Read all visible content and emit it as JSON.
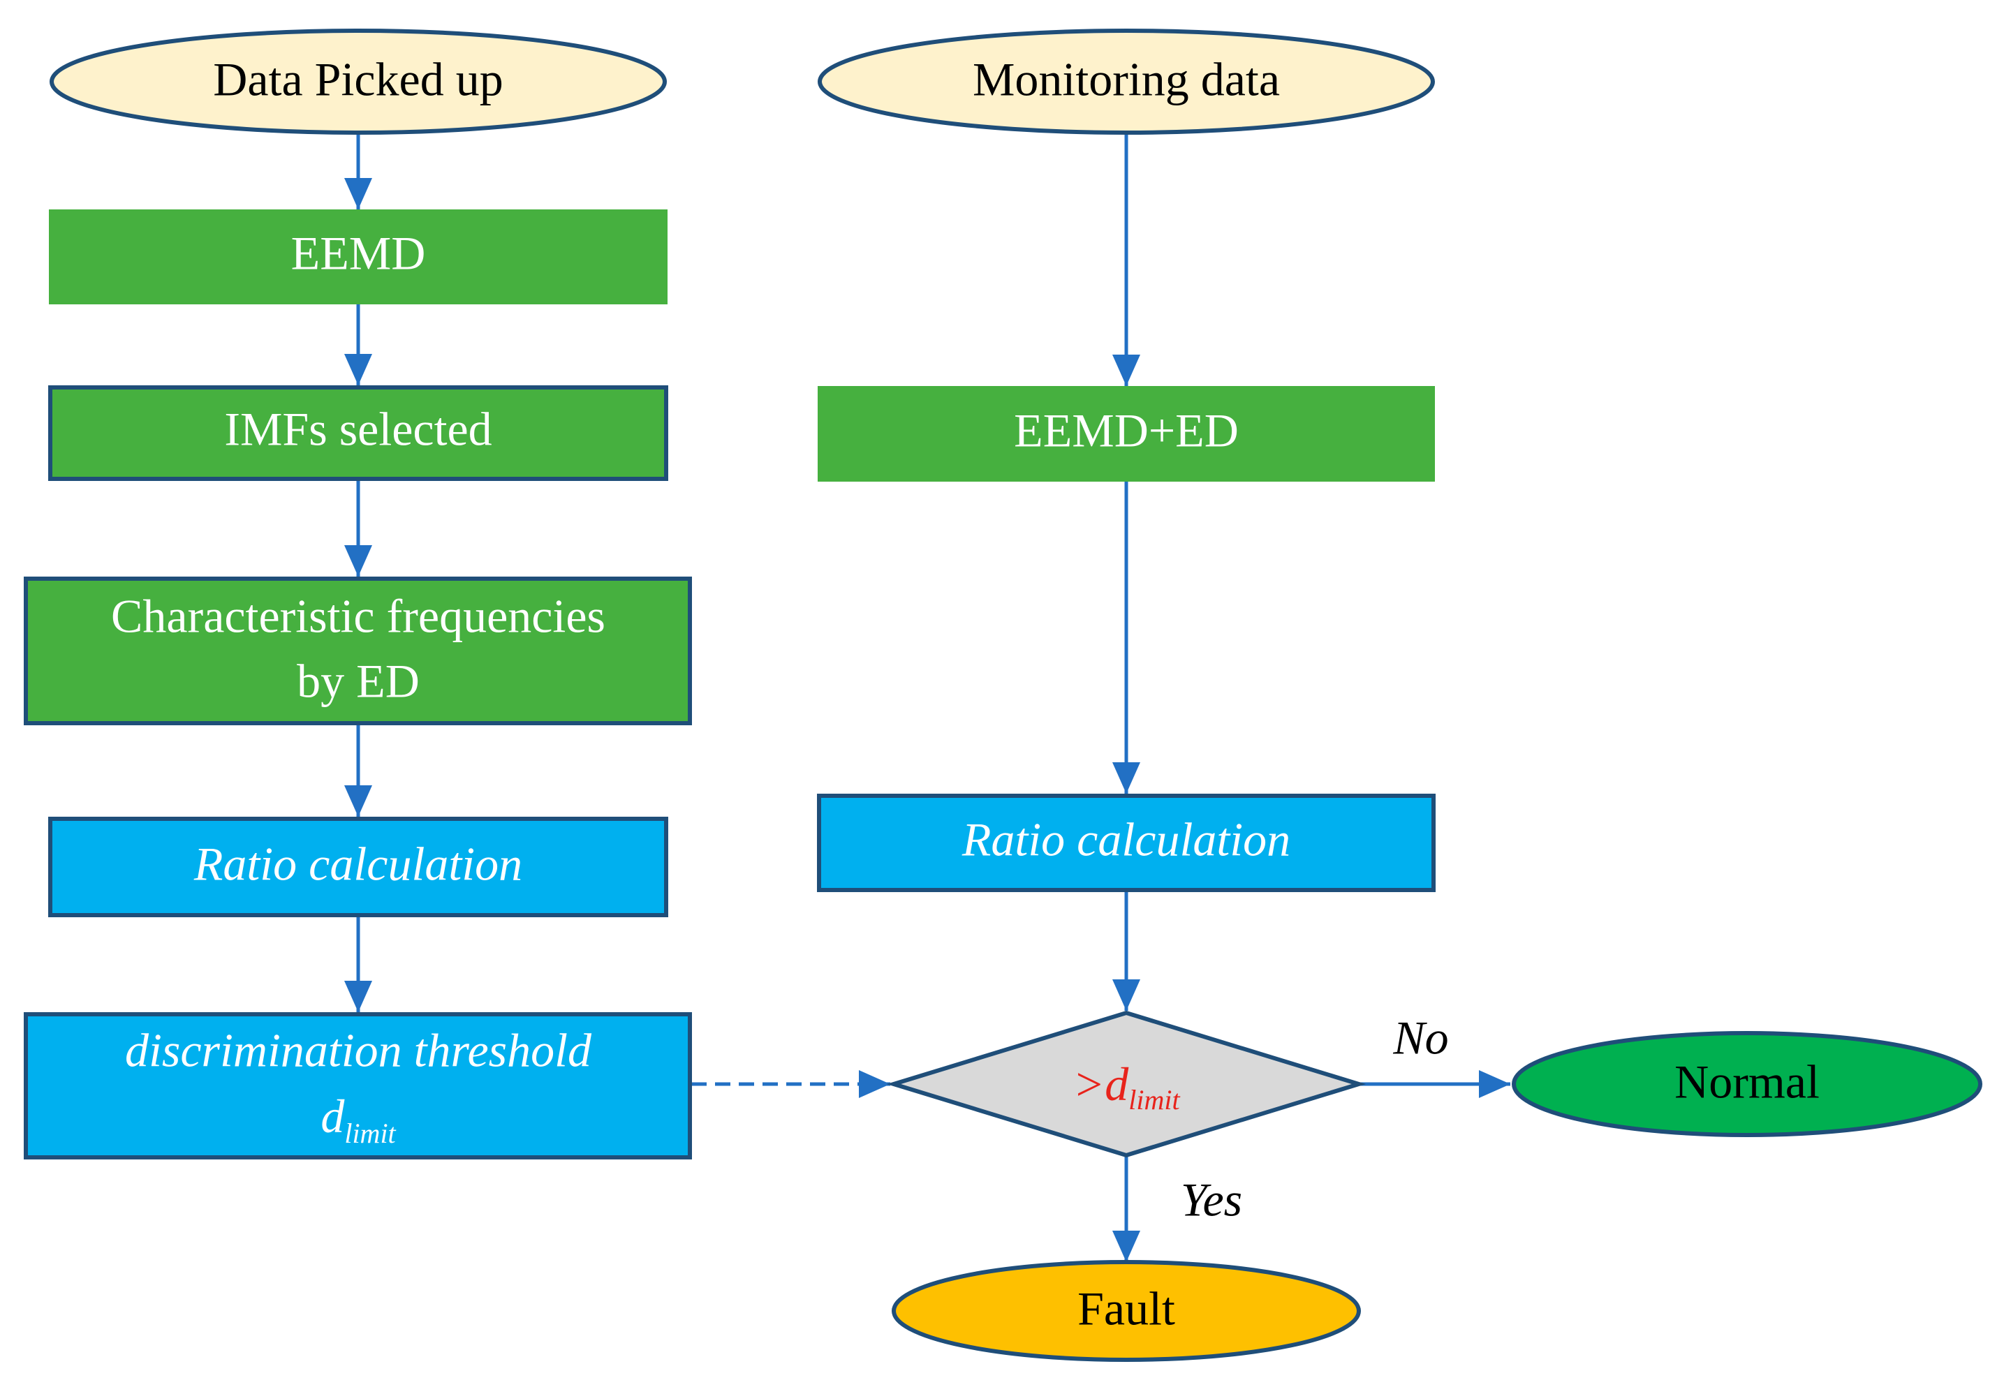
{
  "nodes": {
    "data_picked_up": "Data Picked up",
    "monitoring_data": "Monitoring data",
    "eemd": "EEMD",
    "imfs_selected": "IMFs selected",
    "char_freq_line1": "Characteristic frequencies",
    "char_freq_line2": "by ED",
    "ratio_left": "Ratio calculation",
    "threshold_line1": "discrimination threshold",
    "threshold_d": "d",
    "threshold_sub": "limit",
    "eemd_ed": "EEMD+ED",
    "ratio_right": "Ratio calculation",
    "decision_gt": ">",
    "decision_d": "d",
    "decision_sub": "limit",
    "normal": "Normal",
    "fault": "Fault"
  },
  "edge_labels": {
    "no": "No",
    "yes": "Yes"
  },
  "colors": {
    "oval_cream": "#fef2cc",
    "green_box": "#46b03f",
    "blue_box": "#00b0ef",
    "decision_gray": "#d9d9d9",
    "normal_green": "#00b050",
    "fault_yellow": "#fec000",
    "border_navy": "#1f4e79",
    "arrow_blue": "#2270c4",
    "red_text": "#e8231b"
  }
}
